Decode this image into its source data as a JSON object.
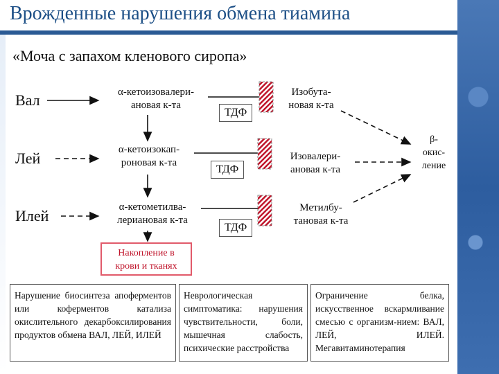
{
  "title": "Врожденные нарушения обмена тиамина",
  "subtitle": "«Моча с запахом кленового сиропа»",
  "amino_acids": {
    "val": "Вал",
    "ley": "Лей",
    "iley": "Илей"
  },
  "keto_acids": {
    "val_1": "α-кетоизовалери-",
    "val_2": "ановая к-та",
    "ley_1": "α-кетоизокап-",
    "ley_2": "роновая к-та",
    "iley_1": "α-кетометилва-",
    "iley_2": "лериановая к-та"
  },
  "cofactor": "ТДФ",
  "acyl_products": {
    "a1_1": "Изобута-",
    "a1_2": "новая к-та",
    "a2_1": "Изовалери-",
    "a2_2": "ановая к-та",
    "a3_1": "Метилбу-",
    "a3_2": "тановая к-та"
  },
  "beta_oxidation": {
    "l1": "β-",
    "l2": "окис-",
    "l3": "ление"
  },
  "accumulation": {
    "l1": "Накопление в",
    "l2": "крови и тканях"
  },
  "consequences": [
    "Нарушение биосинтеза апоферментов или коферментов катализа окислительного декарбоксилирования продуктов обмена ВАЛ, ЛЕЙ, ИЛЕЙ",
    "Неврологическая симптоматика: нарушения чувствительности, боли, мышечная слабость, психические расстройства",
    "Ограничение белка, искусственное вскармливание смесью с организм-нием: ВАЛ, ЛЕЙ, ИЛЕЙ. Мегавитаминотерапия"
  ],
  "colors": {
    "title": "#1c4f86",
    "title_bar": "#2a5a94",
    "block_marker": "#c0152b",
    "accumulation_text": "#c0152b"
  }
}
